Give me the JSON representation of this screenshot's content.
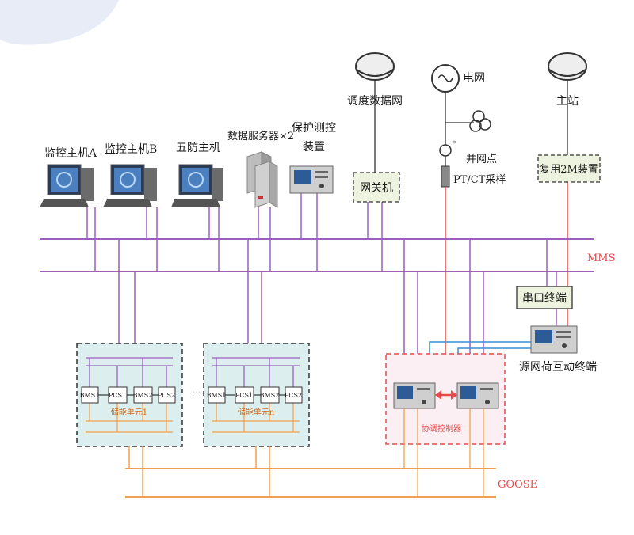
{
  "top_labels": {
    "monitor_a": "监控主机A",
    "monitor_b": "监控主机B",
    "wufang": "五防主机",
    "data_server": "数据服务器×2",
    "protect_line1": "保护测控",
    "protect_line2": "装置",
    "dispatch_net": "调度数据网",
    "grid": "电网",
    "master_station": "主站",
    "gateway": "网关机",
    "grid_point": "并网点",
    "ptct": "PT/CT采样",
    "mux_2m": "复用2M装置",
    "serial_terminal": "串口终端",
    "source_terminal": "源网荷互动终端"
  },
  "bus_labels": {
    "mms": "MMS",
    "goose": "GOOSE"
  },
  "storage_units": [
    {
      "modules": [
        "BMS1",
        "PCS1",
        "BMS2",
        "PCS2"
      ],
      "name": "储能单元1"
    },
    {
      "modules": [
        "BMS1",
        "PCS1",
        "BMS2",
        "PCS2"
      ],
      "name": "储能单元n"
    }
  ],
  "ellipsis": "…",
  "coordinator": {
    "name": "协调控制器"
  },
  "colors": {
    "mms_bus": "#9b5fc0",
    "goose_bus": "#f0a050",
    "grid_line": "#e84a4a",
    "comm_line": "#3a8fd0",
    "unit_fill": "#dcefee",
    "label_box_fill": "#eef3df",
    "coord_fill": "#fbeff3"
  }
}
